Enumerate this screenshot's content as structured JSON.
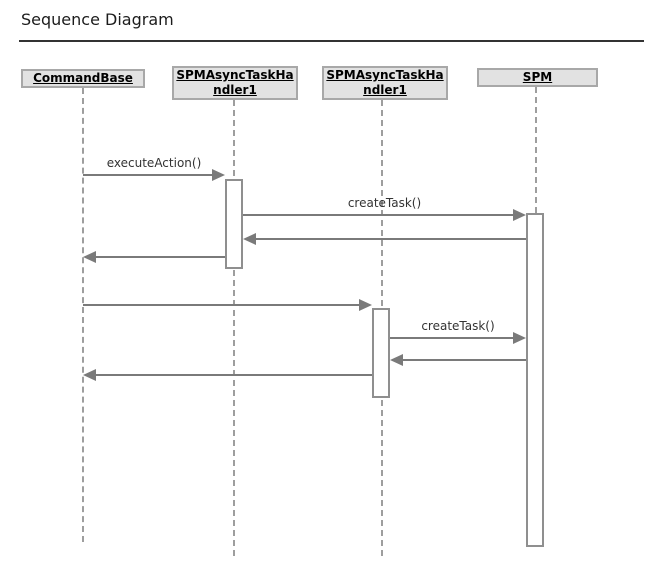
{
  "page": {
    "title": "Sequence Diagram"
  },
  "colors": {
    "background": "#ffffff",
    "title_text": "#1c1c1c",
    "divider": "#333333",
    "actor_box_fill": "#e2e2e2",
    "actor_box_border": "#a8a8a8",
    "actor_text": "#000000",
    "lifeline": "#9e9e9e",
    "activation_fill": "#ffffff",
    "activation_border": "#8f8f8f",
    "arrow": "#7a7a7a",
    "message_text": "#333333"
  },
  "diagram": {
    "type": "uml-sequence",
    "actors": [
      {
        "label": "CommandBase",
        "display": "CommandBase"
      },
      {
        "label": "SPMAsyncTaskHandler1",
        "display": "SPMAsyncTaskHa\nndler1"
      },
      {
        "label": "SPMAsyncTaskHandler1",
        "display": "SPMAsyncTaskHa\nndler1"
      },
      {
        "label": "SPM",
        "display": "SPM"
      }
    ],
    "messages": [
      {
        "from": 0,
        "to": 1,
        "label": "executeAction()",
        "kind": "call"
      },
      {
        "from": 1,
        "to": 3,
        "label": "createTask()",
        "kind": "call"
      },
      {
        "from": 3,
        "to": 1,
        "label": "",
        "kind": "return"
      },
      {
        "from": 1,
        "to": 0,
        "label": "",
        "kind": "return"
      },
      {
        "from": 0,
        "to": 2,
        "label": "",
        "kind": "call"
      },
      {
        "from": 2,
        "to": 3,
        "label": "createTask()",
        "kind": "call"
      },
      {
        "from": 3,
        "to": 2,
        "label": "",
        "kind": "return"
      },
      {
        "from": 2,
        "to": 0,
        "label": "",
        "kind": "return"
      }
    ]
  }
}
